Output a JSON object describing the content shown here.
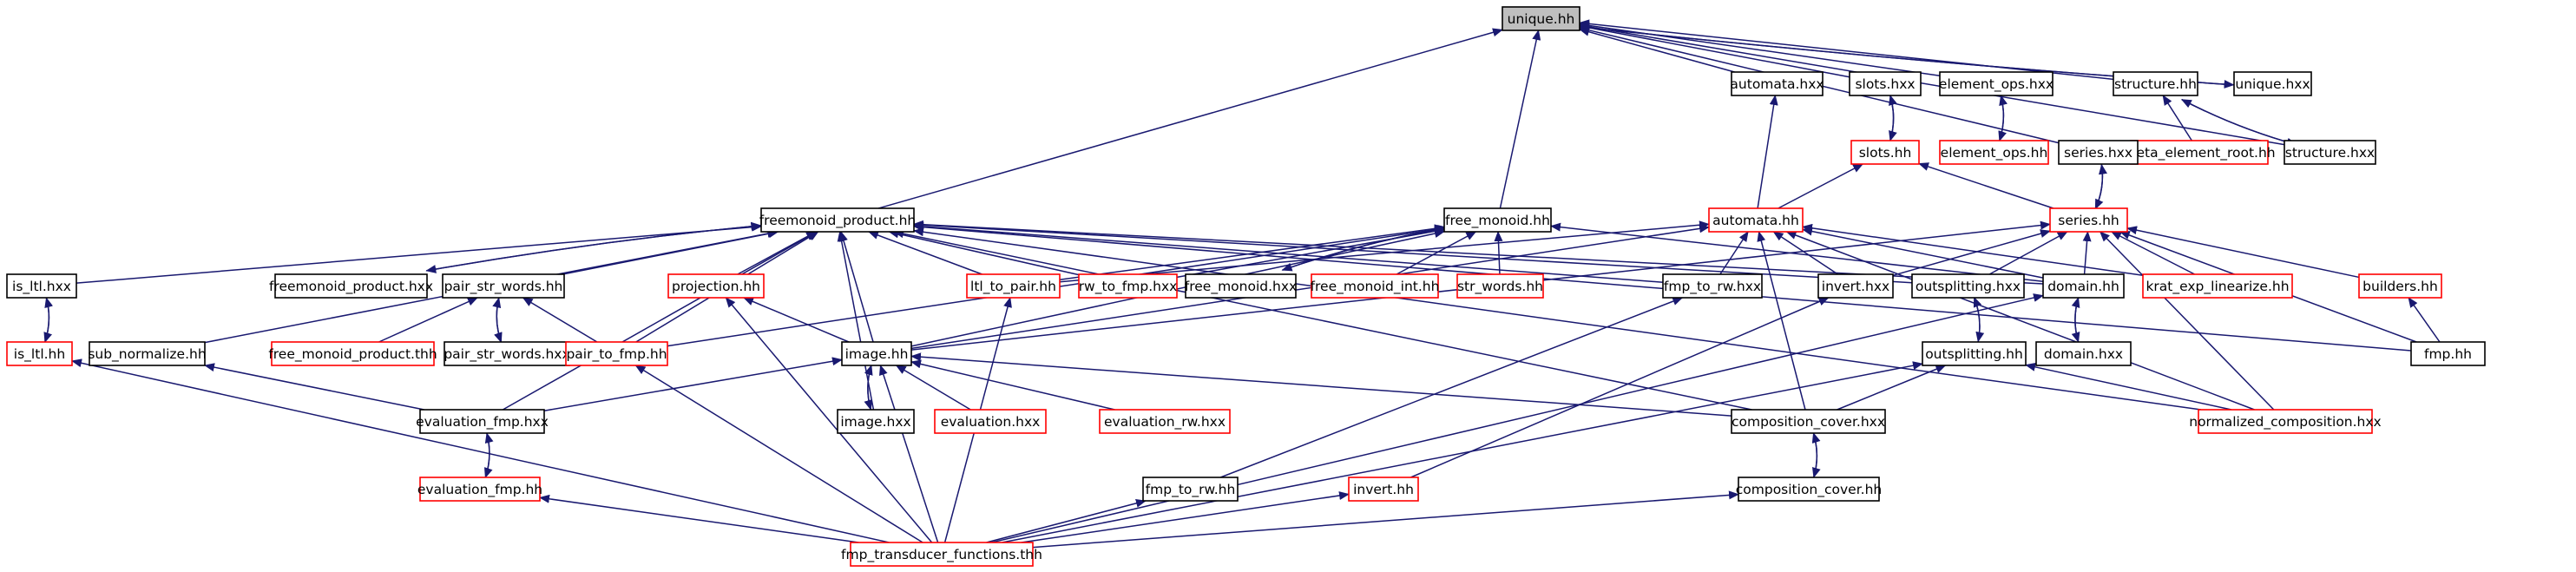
{
  "graph": {
    "colors": {
      "edge": "#191970",
      "text": "#000000",
      "focus_fill": "#bfbfbf",
      "box_border": "#000000",
      "missing_border": "#ff0000",
      "background": "#ffffff"
    },
    "nodes": [
      {
        "id": "unique_hh",
        "label": "unique.hh",
        "style": "focus"
      },
      {
        "id": "automata_hxx",
        "label": "automata.hxx",
        "style": "normal"
      },
      {
        "id": "slots_hxx",
        "label": "slots.hxx",
        "style": "normal"
      },
      {
        "id": "element_ops_hxx",
        "label": "element_ops.hxx",
        "style": "normal"
      },
      {
        "id": "structure_hh",
        "label": "structure.hh",
        "style": "normal"
      },
      {
        "id": "unique_hxx",
        "label": "unique.hxx",
        "style": "normal"
      },
      {
        "id": "slots_hh",
        "label": "slots.hh",
        "style": "missing"
      },
      {
        "id": "element_ops_hh",
        "label": "element_ops.hh",
        "style": "missing"
      },
      {
        "id": "meta_element_root_hh",
        "label": "meta_element_root.hh",
        "style": "missing"
      },
      {
        "id": "structure_hxx",
        "label": "structure.hxx",
        "style": "normal"
      },
      {
        "id": "series_hxx",
        "label": "series.hxx",
        "style": "normal"
      },
      {
        "id": "freemonoid_product_hh",
        "label": "freemonoid_product.hh",
        "style": "normal"
      },
      {
        "id": "free_monoid_hh",
        "label": "free_monoid.hh",
        "style": "normal"
      },
      {
        "id": "automata_hh",
        "label": "automata.hh",
        "style": "missing"
      },
      {
        "id": "series_hh",
        "label": "series.hh",
        "style": "missing"
      },
      {
        "id": "is_ltl_hxx",
        "label": "is_ltl.hxx",
        "style": "normal"
      },
      {
        "id": "freemonoid_product_hxx",
        "label": "freemonoid_product.hxx",
        "style": "normal"
      },
      {
        "id": "pair_str_words_hh",
        "label": "pair_str_words.hh",
        "style": "normal"
      },
      {
        "id": "projection_hh",
        "label": "projection.hh",
        "style": "missing"
      },
      {
        "id": "ltl_to_pair_hh",
        "label": "ltl_to_pair.hh",
        "style": "missing"
      },
      {
        "id": "rw_to_fmp_hxx",
        "label": "rw_to_fmp.hxx",
        "style": "missing"
      },
      {
        "id": "free_monoid_hxx",
        "label": "free_monoid.hxx",
        "style": "normal"
      },
      {
        "id": "free_monoid_int_hh",
        "label": "free_monoid_int.hh",
        "style": "missing"
      },
      {
        "id": "str_words_hh",
        "label": "str_words.hh",
        "style": "missing"
      },
      {
        "id": "fmp_to_rw_hxx",
        "label": "fmp_to_rw.hxx",
        "style": "normal"
      },
      {
        "id": "invert_hxx",
        "label": "invert.hxx",
        "style": "normal"
      },
      {
        "id": "outsplitting_hxx",
        "label": "outsplitting.hxx",
        "style": "normal"
      },
      {
        "id": "domain_hh",
        "label": "domain.hh",
        "style": "normal"
      },
      {
        "id": "krat_exp_linearize_hh",
        "label": "krat_exp_linearize.hh",
        "style": "missing"
      },
      {
        "id": "builders_hh",
        "label": "builders.hh",
        "style": "missing"
      },
      {
        "id": "is_ltl_hh",
        "label": "is_ltl.hh",
        "style": "missing"
      },
      {
        "id": "sub_normalize_hh",
        "label": "sub_normalize.hh",
        "style": "normal"
      },
      {
        "id": "free_monoid_product_thh",
        "label": "free_monoid_product.thh",
        "style": "missing"
      },
      {
        "id": "pair_str_words_hxx",
        "label": "pair_str_words.hxx",
        "style": "normal"
      },
      {
        "id": "pair_to_fmp_hh",
        "label": "pair_to_fmp.hh",
        "style": "missing"
      },
      {
        "id": "image_hh",
        "label": "image.hh",
        "style": "normal"
      },
      {
        "id": "outsplitting_hh",
        "label": "outsplitting.hh",
        "style": "normal"
      },
      {
        "id": "domain_hxx",
        "label": "domain.hxx",
        "style": "normal"
      },
      {
        "id": "fmp_hh",
        "label": "fmp.hh",
        "style": "normal"
      },
      {
        "id": "evaluation_fmp_hxx",
        "label": "evaluation_fmp.hxx",
        "style": "normal"
      },
      {
        "id": "image_hxx",
        "label": "image.hxx",
        "style": "normal"
      },
      {
        "id": "evaluation_hxx",
        "label": "evaluation.hxx",
        "style": "missing"
      },
      {
        "id": "evaluation_rw_hxx",
        "label": "evaluation_rw.hxx",
        "style": "missing"
      },
      {
        "id": "composition_cover_hxx",
        "label": "composition_cover.hxx",
        "style": "normal"
      },
      {
        "id": "normalized_composition_hxx",
        "label": "normalized_composition.hxx",
        "style": "missing"
      },
      {
        "id": "evaluation_fmp_hh",
        "label": "evaluation_fmp.hh",
        "style": "missing"
      },
      {
        "id": "fmp_to_rw_hh",
        "label": "fmp_to_rw.hh",
        "style": "normal"
      },
      {
        "id": "invert_hh",
        "label": "invert.hh",
        "style": "missing"
      },
      {
        "id": "composition_cover_hh",
        "label": "composition_cover.hh",
        "style": "normal"
      },
      {
        "id": "fmp_transducer_functions_thh",
        "label": "fmp_transducer_functions.thh",
        "style": "missing"
      }
    ],
    "edges": [
      [
        "automata_hxx",
        "unique_hh"
      ],
      [
        "slots_hxx",
        "unique_hh"
      ],
      [
        "element_ops_hxx",
        "unique_hh"
      ],
      [
        "structure_hh",
        "unique_hh"
      ],
      [
        "unique_hxx",
        "unique_hh"
      ],
      [
        "series_hxx",
        "unique_hh"
      ],
      [
        "freemonoid_product_hh",
        "unique_hh"
      ],
      [
        "free_monoid_hh",
        "unique_hh"
      ],
      [
        "structure_hxx",
        "unique_hh"
      ],
      [
        "unique_hh",
        "unique_hxx"
      ],
      [
        "slots_hh",
        "slots_hxx"
      ],
      [
        "slots_hxx",
        "slots_hh"
      ],
      [
        "element_ops_hh",
        "element_ops_hxx"
      ],
      [
        "element_ops_hxx",
        "element_ops_hh"
      ],
      [
        "meta_element_root_hh",
        "structure_hh"
      ],
      [
        "structure_hxx",
        "structure_hh"
      ],
      [
        "structure_hh",
        "structure_hxx"
      ],
      [
        "automata_hh",
        "automata_hxx"
      ],
      [
        "automata_hh",
        "slots_hh"
      ],
      [
        "series_hh",
        "slots_hh"
      ],
      [
        "series_hh",
        "series_hxx"
      ],
      [
        "series_hxx",
        "series_hh"
      ],
      [
        "is_ltl_hxx",
        "freemonoid_product_hh"
      ],
      [
        "freemonoid_product_hxx",
        "freemonoid_product_hh"
      ],
      [
        "freemonoid_product_hh",
        "freemonoid_product_hxx"
      ],
      [
        "pair_str_words_hh",
        "freemonoid_product_hh"
      ],
      [
        "projection_hh",
        "freemonoid_product_hh"
      ],
      [
        "ltl_to_pair_hh",
        "freemonoid_product_hh"
      ],
      [
        "rw_to_fmp_hxx",
        "freemonoid_product_hh"
      ],
      [
        "fmp_to_rw_hxx",
        "freemonoid_product_hh"
      ],
      [
        "outsplitting_hxx",
        "freemonoid_product_hh"
      ],
      [
        "domain_hh",
        "freemonoid_product_hh"
      ],
      [
        "image_hh",
        "freemonoid_product_hh"
      ],
      [
        "image_hxx",
        "freemonoid_product_hh"
      ],
      [
        "pair_to_fmp_hh",
        "freemonoid_product_hh"
      ],
      [
        "sub_normalize_hh",
        "freemonoid_product_hh"
      ],
      [
        "evaluation_fmp_hxx",
        "freemonoid_product_hh"
      ],
      [
        "composition_cover_hxx",
        "freemonoid_product_hh"
      ],
      [
        "normalized_composition_hxx",
        "freemonoid_product_hh"
      ],
      [
        "fmp_hh",
        "freemonoid_product_hh"
      ],
      [
        "free_monoid_hxx",
        "free_monoid_hh"
      ],
      [
        "free_monoid_hh",
        "free_monoid_hxx"
      ],
      [
        "free_monoid_int_hh",
        "free_monoid_hh"
      ],
      [
        "str_words_hh",
        "free_monoid_hh"
      ],
      [
        "ltl_to_pair_hh",
        "free_monoid_hh"
      ],
      [
        "rw_to_fmp_hxx",
        "free_monoid_hh"
      ],
      [
        "image_hh",
        "free_monoid_hh"
      ],
      [
        "pair_to_fmp_hh",
        "free_monoid_hh"
      ],
      [
        "domain_hh",
        "free_monoid_hh"
      ],
      [
        "fmp_to_rw_hxx",
        "automata_hh"
      ],
      [
        "invert_hxx",
        "automata_hh"
      ],
      [
        "domain_hh",
        "automata_hh"
      ],
      [
        "image_hh",
        "automata_hh"
      ],
      [
        "ltl_to_pair_hh",
        "automata_hh"
      ],
      [
        "composition_cover_hxx",
        "automata_hh"
      ],
      [
        "normalized_composition_hxx",
        "automata_hh"
      ],
      [
        "krat_exp_linearize_hh",
        "automata_hh"
      ],
      [
        "invert_hxx",
        "series_hh"
      ],
      [
        "outsplitting_hxx",
        "series_hh"
      ],
      [
        "domain_hh",
        "series_hh"
      ],
      [
        "krat_exp_linearize_hh",
        "series_hh"
      ],
      [
        "builders_hh",
        "series_hh"
      ],
      [
        "fmp_hh",
        "series_hh"
      ],
      [
        "normalized_composition_hxx",
        "series_hh"
      ],
      [
        "image_hh",
        "series_hh"
      ],
      [
        "is_ltl_hh",
        "is_ltl_hxx"
      ],
      [
        "is_ltl_hxx",
        "is_ltl_hh"
      ],
      [
        "pair_str_words_hxx",
        "pair_str_words_hh"
      ],
      [
        "pair_str_words_hh",
        "pair_str_words_hxx"
      ],
      [
        "free_monoid_product_thh",
        "pair_str_words_hh"
      ],
      [
        "pair_to_fmp_hh",
        "pair_str_words_hh"
      ],
      [
        "image_hh",
        "projection_hh"
      ],
      [
        "fmp_transducer_functions_thh",
        "projection_hh"
      ],
      [
        "image_hxx",
        "image_hh"
      ],
      [
        "image_hh",
        "image_hxx"
      ],
      [
        "evaluation_hxx",
        "image_hh"
      ],
      [
        "evaluation_rw_hxx",
        "image_hh"
      ],
      [
        "evaluation_fmp_hxx",
        "image_hh"
      ],
      [
        "composition_cover_hxx",
        "image_hh"
      ],
      [
        "fmp_transducer_functions_thh",
        "image_hh"
      ],
      [
        "outsplitting_hh",
        "outsplitting_hxx"
      ],
      [
        "outsplitting_hxx",
        "outsplitting_hh"
      ],
      [
        "domain_hxx",
        "domain_hh"
      ],
      [
        "domain_hh",
        "domain_hxx"
      ],
      [
        "fmp_hh",
        "builders_hh"
      ],
      [
        "fmp_transducer_functions_thh",
        "is_ltl_hh"
      ],
      [
        "evaluation_fmp_hxx",
        "sub_normalize_hh"
      ],
      [
        "fmp_transducer_functions_thh",
        "pair_to_fmp_hh"
      ],
      [
        "composition_cover_hxx",
        "outsplitting_hh"
      ],
      [
        "normalized_composition_hxx",
        "outsplitting_hh"
      ],
      [
        "fmp_transducer_functions_thh",
        "outsplitting_hh"
      ],
      [
        "fmp_transducer_functions_thh",
        "domain_hh"
      ],
      [
        "evaluation_fmp_hh",
        "evaluation_fmp_hxx"
      ],
      [
        "evaluation_fmp_hxx",
        "evaluation_fmp_hh"
      ],
      [
        "composition_cover_hh",
        "composition_cover_hxx"
      ],
      [
        "composition_cover_hxx",
        "composition_cover_hh"
      ],
      [
        "fmp_transducer_functions_thh",
        "evaluation_fmp_hh"
      ],
      [
        "fmp_transducer_functions_thh",
        "fmp_to_rw_hh"
      ],
      [
        "fmp_transducer_functions_thh",
        "invert_hh"
      ],
      [
        "fmp_transducer_functions_thh",
        "composition_cover_hh"
      ],
      [
        "fmp_to_rw_hh",
        "fmp_to_rw_hxx"
      ],
      [
        "invert_hh",
        "invert_hxx"
      ],
      [
        "fmp_transducer_functions_thh",
        "ltl_to_pair_hh"
      ]
    ]
  }
}
